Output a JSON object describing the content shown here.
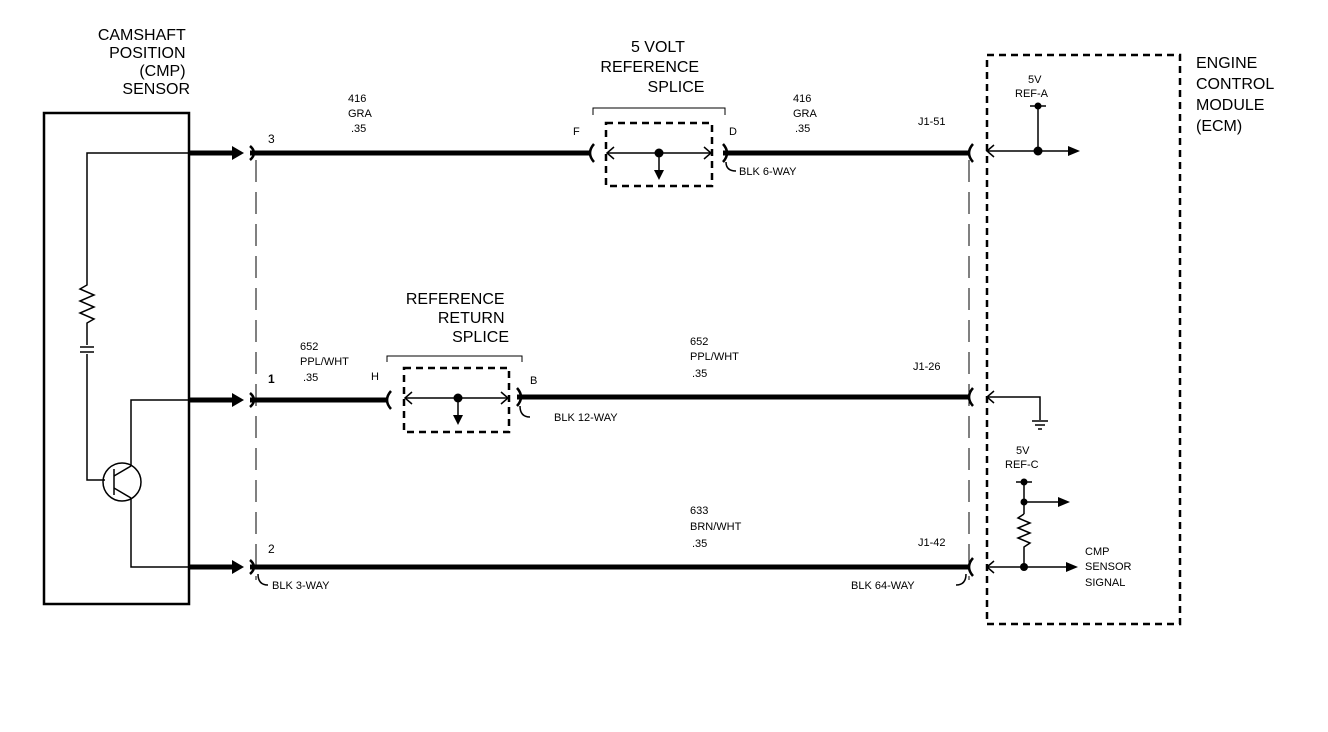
{
  "sensor": {
    "title_lines": [
      "CAMSHAFT",
      "POSITION",
      "(CMP)",
      "SENSOR"
    ]
  },
  "ecm": {
    "title_lines": [
      "ENGINE",
      "CONTROL",
      "MODULE",
      "(ECM)"
    ],
    "ref_a_lines": [
      "5V",
      "REF-A"
    ],
    "ref_c_lines": [
      "5V",
      "REF-C"
    ],
    "cmp_signal_lines": [
      "CMP",
      "SENSOR",
      "SIGNAL"
    ]
  },
  "splices": {
    "five_volt": {
      "title_lines": [
        "5 VOLT",
        "REFERENCE",
        "SPLICE"
      ],
      "left_pin": "F",
      "right_pin": "D",
      "connector": "BLK 6-WAY"
    },
    "ref_return": {
      "title_lines": [
        "REFERENCE",
        "RETURN",
        "SPLICE"
      ],
      "left_pin": "H",
      "right_pin": "B",
      "connector": "BLK 12-WAY"
    }
  },
  "wires": {
    "w416_left": [
      "416",
      "GRA",
      ".35"
    ],
    "w416_right": [
      "416",
      "GRA",
      ".35"
    ],
    "w652_left": [
      "652",
      "PPL/WHT",
      ".35"
    ],
    "w652_right": [
      "652",
      "PPL/WHT",
      ".35"
    ],
    "w633": [
      "633",
      "BRN/WHT",
      ".35"
    ]
  },
  "pins": {
    "sensor_3": "3",
    "sensor_1": "1",
    "sensor_2": "2",
    "ecm_51": "J1-51",
    "ecm_26": "J1-26",
    "ecm_42": "J1-42"
  },
  "connectors": {
    "sensor": "BLK 3-WAY",
    "ecm": "BLK 64-WAY"
  }
}
